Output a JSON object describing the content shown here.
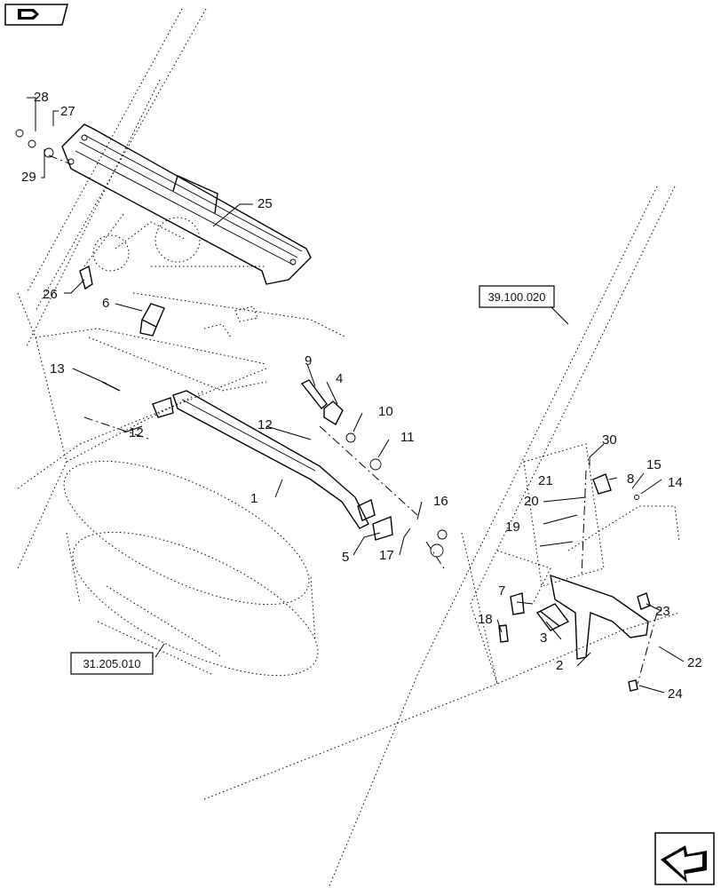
{
  "callouts": {
    "c1": "1",
    "c2": "2",
    "c3": "3",
    "c4": "4",
    "c5": "5",
    "c6": "6",
    "c7": "7",
    "c8": "8",
    "c9": "9",
    "c10": "10",
    "c11": "11",
    "c12a": "12",
    "c12b": "12",
    "c13": "13",
    "c14": "14",
    "c15": "15",
    "c16": "16",
    "c17": "17",
    "c18": "18",
    "c19": "19",
    "c20": "20",
    "c21": "21",
    "c22": "22",
    "c23": "23",
    "c24": "24",
    "c25": "25",
    "c26": "26",
    "c27": "27",
    "c28": "28",
    "c29": "29",
    "c30": "30"
  },
  "references": {
    "ref_top": "39.100.020",
    "ref_bottom": "31.205.010"
  },
  "icons": {
    "top_left": "previous-page-icon",
    "bottom_right": "next-page-icon"
  }
}
